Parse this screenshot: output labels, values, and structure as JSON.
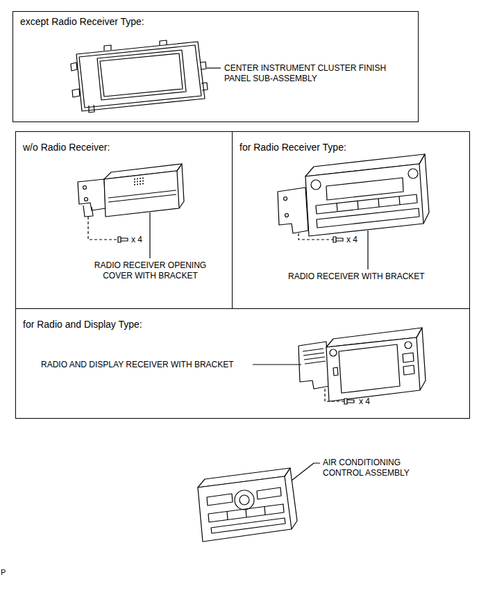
{
  "diagram": {
    "nodes": [
      {
        "text": [
          "except Radio Receiver Type:",
          "CENTER INSTRUMENT CLUSTER FINISH PANEL SUB-ASSEMBLY"
        ]
      },
      {
        "text": [
          "w/o Radio Receiver:",
          "x 4",
          "RADIO RECEIVER OPENING COVER WITH BRACKET"
        ]
      },
      {
        "text": [
          "for Radio Receiver Type:",
          "x 4",
          "RADIO RECEIVER WITH BRACKET"
        ]
      },
      {
        "text": [
          "for Radio and Display Type:",
          "RADIO AND DISPLAY RECEIVER WITH BRACKET",
          "x 4"
        ]
      }
    ],
    "labels": [
      "AIR CONDITIONING CONTROL ASSEMBLY",
      "P"
    ]
  }
}
